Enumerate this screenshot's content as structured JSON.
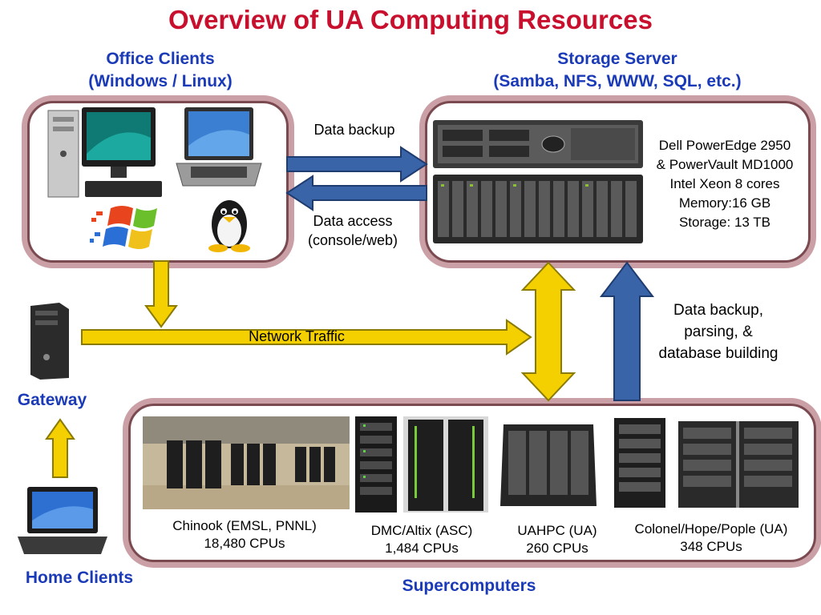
{
  "title": "Overview of UA Computing Resources",
  "office": {
    "title": "Office Clients",
    "subtitle": "(Windows / Linux)"
  },
  "storage": {
    "title": "Storage Server",
    "subtitle": "(Samba, NFS, WWW, SQL, etc.)",
    "specs": [
      "Dell PowerEdge 2950",
      "& PowerVault MD1000",
      "Intel Xeon 8 cores",
      "Memory:16 GB",
      "Storage: 13 TB"
    ]
  },
  "arrows": {
    "data_backup": "Data backup",
    "data_access_1": "Data access",
    "data_access_2": "(console/web)",
    "network_traffic": "Network Traffic",
    "backup_parsing": [
      "Data backup,",
      "parsing, &",
      "database building"
    ]
  },
  "gateway": "Gateway",
  "home_clients": "Home Clients",
  "supercomputers": {
    "title": "Supercomputers",
    "systems": [
      {
        "name": "Chinook (EMSL, PNNL)",
        "cpus": "18,480 CPUs"
      },
      {
        "name": "DMC/Altix (ASC)",
        "cpus": "1,484 CPUs"
      },
      {
        "name": "UAHPC (UA)",
        "cpus": "260 CPUs"
      },
      {
        "name": "Colonel/Hope/Pople (UA)",
        "cpus": "348 CPUs"
      }
    ]
  },
  "colors": {
    "title": "#c8102e",
    "heading": "#1a3ab8",
    "yellow_arrow": "#f5d000",
    "blue_arrow": "#3a64a8",
    "box_border": "#7a4a50"
  },
  "icons": [
    "desktop-pc-icon",
    "laptop-icon",
    "windows-logo-icon",
    "linux-tux-icon",
    "rack-server-icon",
    "tower-server-icon"
  ]
}
